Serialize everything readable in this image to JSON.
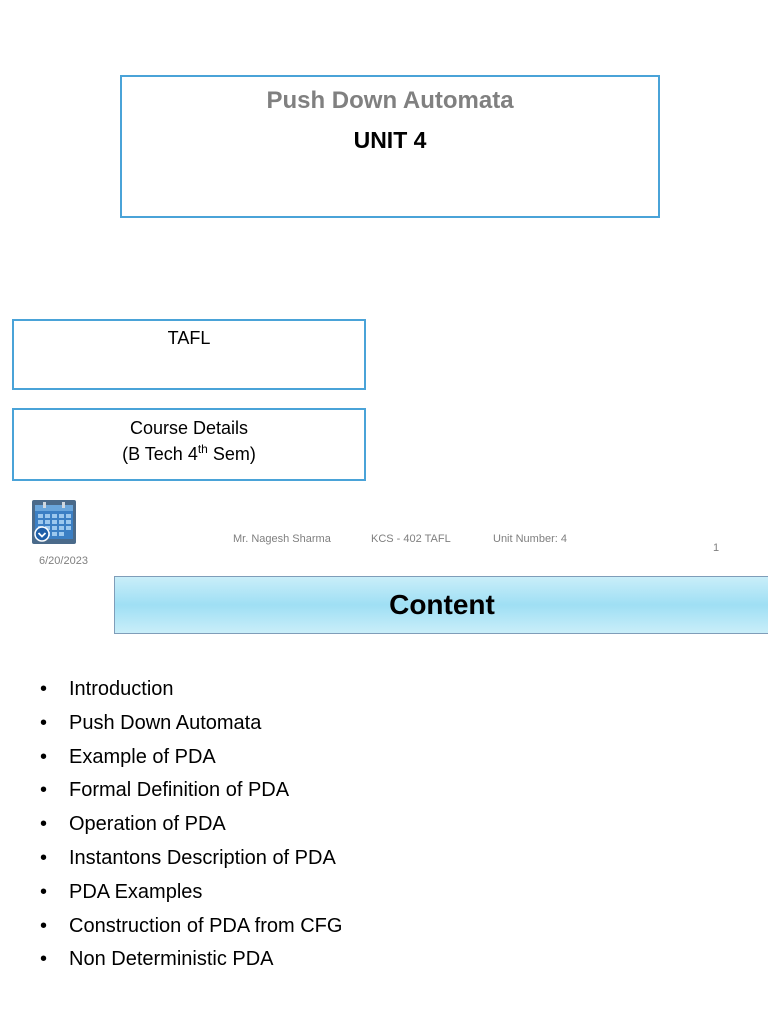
{
  "title_slide": {
    "title": "Push Down Automata",
    "unit": "UNIT 4",
    "subject": "TAFL",
    "course_line1": "Course Details",
    "course_line2_pre": "(B Tech 4",
    "course_line2_sup": "th",
    "course_line2_post": " Sem)"
  },
  "footer": {
    "date": "6/20/2023",
    "author": "Mr. Nagesh Sharma",
    "course_code": "KCS - 402 TAFL",
    "unit_number": "Unit Number: 4",
    "page": "1",
    "icon": "calendar-icon"
  },
  "content_slide": {
    "heading": "Content",
    "bullet_glyph": "•",
    "items": [
      "Introduction",
      "Push Down Automata",
      "Example of PDA",
      "Formal Definition of PDA",
      "Operation of PDA",
      "Instantons Description of PDA",
      "PDA Examples",
      "Construction of PDA from CFG",
      "Non Deterministic PDA"
    ]
  },
  "colors": {
    "box_border": "#4aa3d8",
    "title_gray": "#808080",
    "banner_light": "#c9eef9",
    "banner_mid": "#9fdff4"
  }
}
